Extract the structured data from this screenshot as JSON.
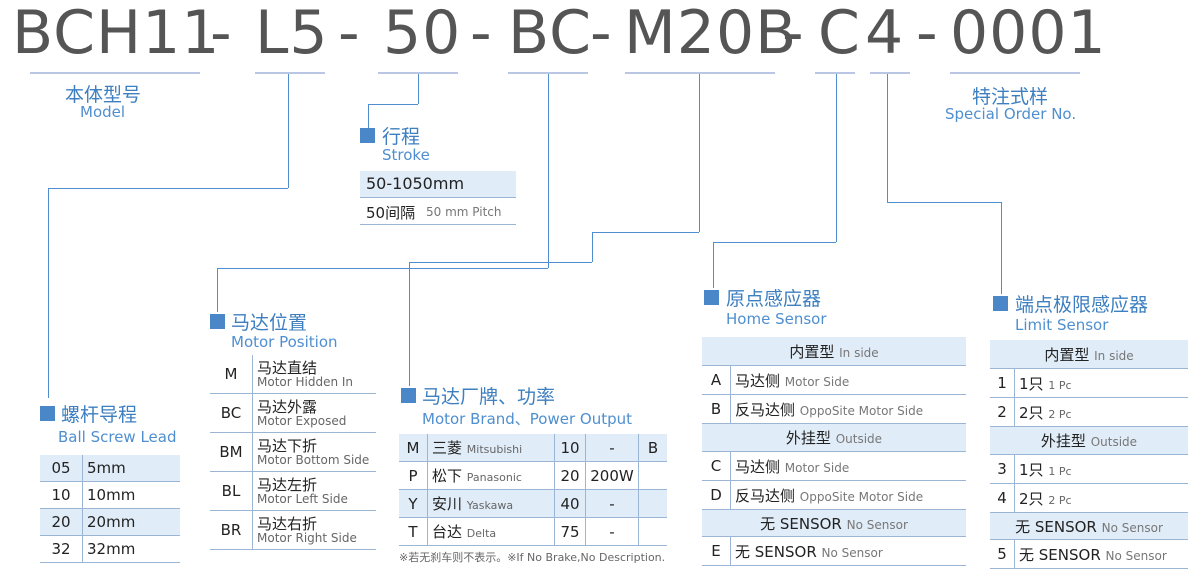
{
  "header": {
    "segments": [
      "BCH11",
      "-",
      "L5",
      "-",
      "50",
      "-",
      "BC",
      "-",
      "M20B",
      "-",
      "C",
      "4",
      "-",
      "0001"
    ]
  },
  "model": {
    "cn": "本体型号",
    "en": "Model"
  },
  "special": {
    "cn": "特注式样",
    "en": "Special Order No."
  },
  "stroke": {
    "cn": "行程",
    "en": "Stroke",
    "range": "50-1050mm",
    "pitch_cn": "50间隔",
    "pitch_en": "50 mm Pitch"
  },
  "lead": {
    "cn": "螺杆导程",
    "en": "Ball Screw Lead",
    "rows": [
      {
        "code": "05",
        "value": "5mm"
      },
      {
        "code": "10",
        "value": "10mm"
      },
      {
        "code": "20",
        "value": "20mm"
      },
      {
        "code": "32",
        "value": "32mm"
      }
    ]
  },
  "motor_position": {
    "cn": "马达位置",
    "en": "Motor Position",
    "rows": [
      {
        "code": "M",
        "cn": "马达直结",
        "en": "Motor Hidden In"
      },
      {
        "code": "BC",
        "cn": "马达外露",
        "en": "Motor Exposed"
      },
      {
        "code": "BM",
        "cn": "马达下折",
        "en": "Motor Bottom Side"
      },
      {
        "code": "BL",
        "cn": "马达左折",
        "en": "Motor Left Side"
      },
      {
        "code": "BR",
        "cn": "马达右折",
        "en": "Motor Right Side"
      }
    ]
  },
  "motor_brand": {
    "cn": "马达厂牌、功率",
    "en": "Motor Brand、Power Output",
    "rows": [
      {
        "code": "M",
        "cn": "三菱",
        "en": "Mitsubishi",
        "num": "10",
        "power": "-",
        "brake": "B"
      },
      {
        "code": "P",
        "cn": "松下",
        "en": "Panasonic",
        "num": "20",
        "power": "200W",
        "brake": ""
      },
      {
        "code": "Y",
        "cn": "安川",
        "en": "Yaskawa",
        "num": "40",
        "power": "-",
        "brake": ""
      },
      {
        "code": "T",
        "cn": "台达",
        "en": "Delta",
        "num": "75",
        "power": "-",
        "brake": ""
      }
    ],
    "note": "※若无刹车则不表示。※If No Brake,No Description."
  },
  "home_sensor": {
    "cn": "原点感应器",
    "en": "Home Sensor",
    "inside_cn": "内置型",
    "inside_en": "In side",
    "outside_cn": "外挂型",
    "outside_en": "Outside",
    "none_cn": "无 SENSOR",
    "none_en": "No Sensor",
    "rows_a": [
      {
        "code": "A",
        "cn": "马达侧",
        "en": "Motor Side"
      },
      {
        "code": "B",
        "cn": "反马达侧",
        "en": "OppoSite Motor Side"
      }
    ],
    "rows_b": [
      {
        "code": "C",
        "cn": "马达侧",
        "en": "Motor Side"
      },
      {
        "code": "D",
        "cn": "反马达侧",
        "en": "OppoSite Motor Side"
      }
    ],
    "row_e": {
      "code": "E",
      "cn": "无 SENSOR",
      "en": "No Sensor"
    }
  },
  "limit_sensor": {
    "cn": "端点极限感应器",
    "en": "Limit Sensor",
    "inside_cn": "内置型",
    "inside_en": "In side",
    "outside_cn": "外挂型",
    "outside_en": "Outside",
    "none_cn": "无 SENSOR",
    "none_en": "No Sensor",
    "rows_a": [
      {
        "code": "1",
        "cn": "1只",
        "en": "1 Pc"
      },
      {
        "code": "2",
        "cn": "2只",
        "en": "2 Pc"
      }
    ],
    "rows_b": [
      {
        "code": "3",
        "cn": "1只",
        "en": "1 Pc"
      },
      {
        "code": "4",
        "cn": "2只",
        "en": "2 Pc"
      }
    ],
    "row_5": {
      "code": "5",
      "cn": "无 SENSOR",
      "en": "No Sensor"
    }
  },
  "colors": {
    "accent": "#4a87c8",
    "row_fill": "#e0ecf8",
    "code_text": "#555555"
  }
}
